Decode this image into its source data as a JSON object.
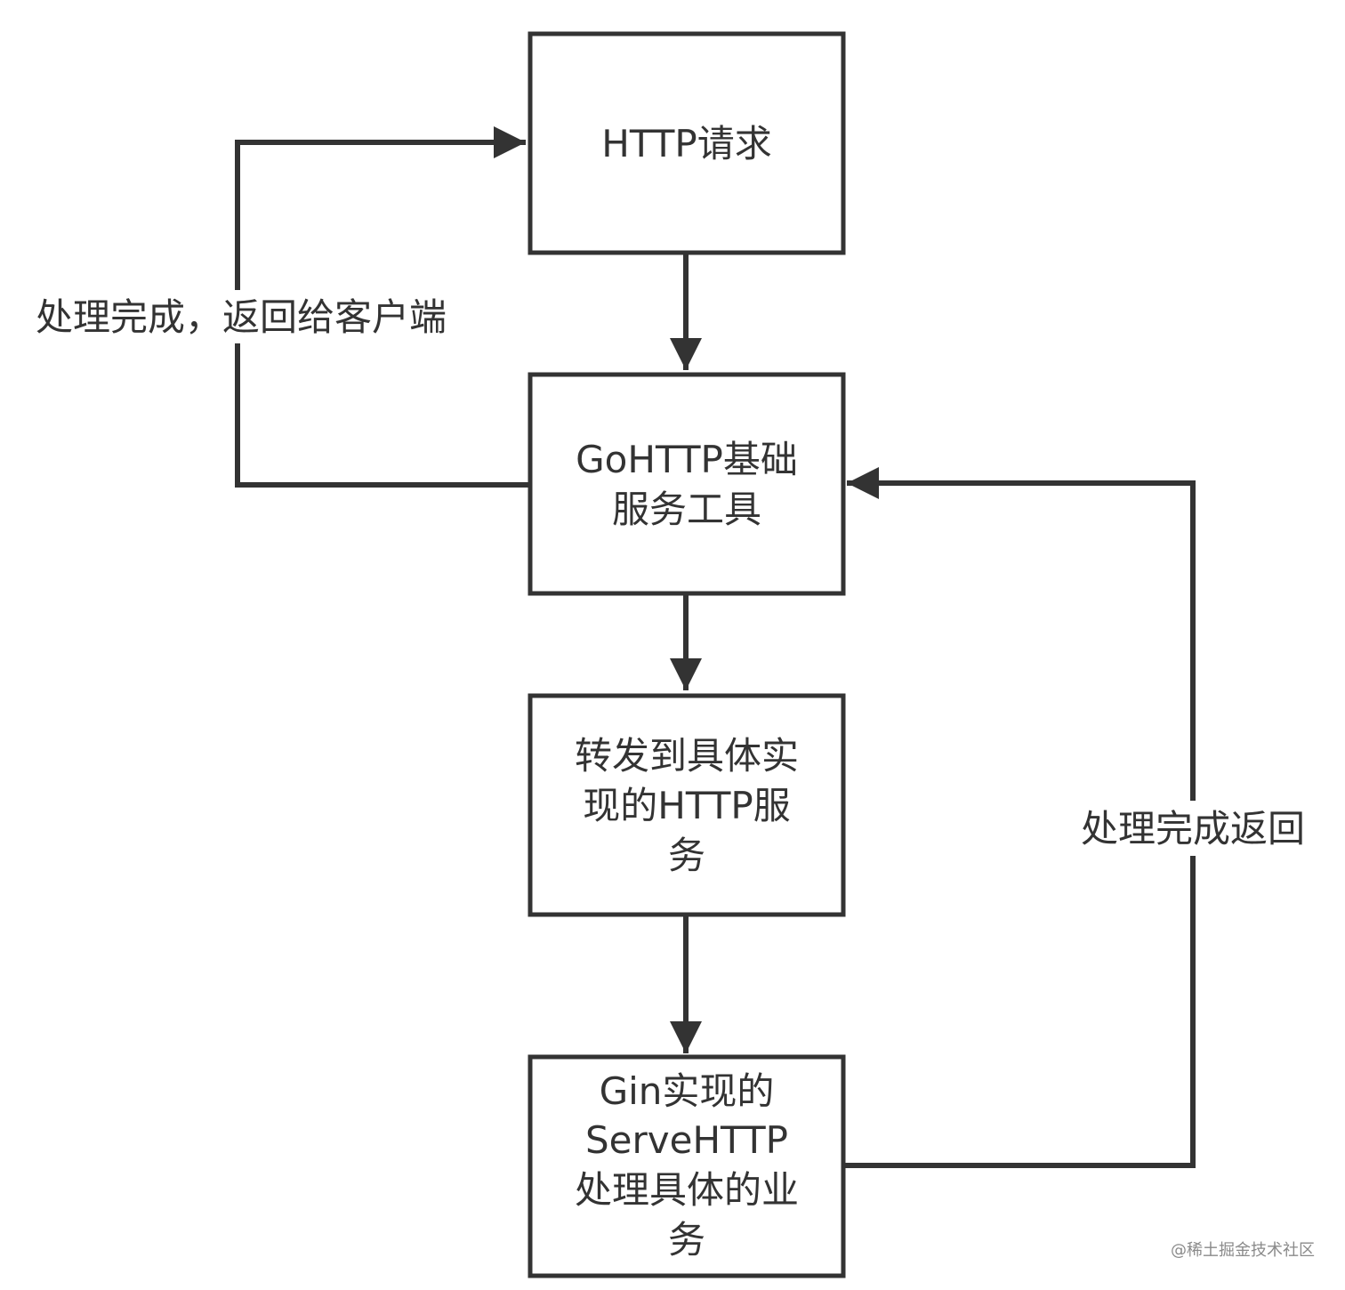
{
  "diagram": {
    "nodes": [
      {
        "id": "http-request",
        "lines": [
          "HTTP请求"
        ]
      },
      {
        "id": "go-http-base",
        "lines": [
          "GoHTTP基础",
          "服务工具"
        ]
      },
      {
        "id": "forward-to-impl",
        "lines": [
          "转发到具体实",
          "现的HTTP服",
          "务"
        ]
      },
      {
        "id": "gin-servehttp",
        "lines": [
          "Gin实现的",
          "ServeHTTP",
          "处理具体的业",
          "务"
        ]
      }
    ],
    "edges": [
      {
        "from": "http-request",
        "to": "go-http-base",
        "label": ""
      },
      {
        "from": "go-http-base",
        "to": "forward-to-impl",
        "label": ""
      },
      {
        "from": "forward-to-impl",
        "to": "gin-servehttp",
        "label": ""
      },
      {
        "from": "go-http-base",
        "to": "http-request",
        "label": "处理完成，返回给客户端"
      },
      {
        "from": "gin-servehttp",
        "to": "go-http-base",
        "label": "处理完成返回"
      }
    ],
    "watermark": "@稀土掘金技术社区",
    "colors": {
      "stroke": "#333333",
      "text": "#333333",
      "watermark": "#8a8a8a",
      "background": "#ffffff"
    }
  }
}
